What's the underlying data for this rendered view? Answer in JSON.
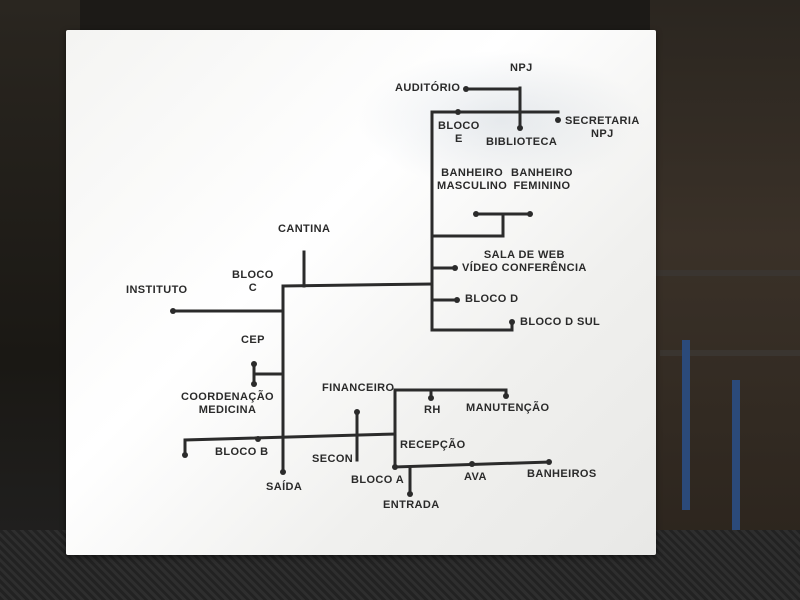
{
  "sign": {
    "colors": {
      "line": "#2b2b2b",
      "panel": "#f6f6f4",
      "text": "#2a2a2a"
    },
    "labels": {
      "npj": "NPJ",
      "auditorio": "AUDITÓRIO",
      "bloco_e": "BLOCO\nE",
      "biblioteca": "BIBLIOTECA",
      "secretaria_npj": "SECRETARIA\nNPJ",
      "banheiro_masculino": "BANHEIRO\nMASCULINO",
      "banheiro_feminino": "BANHEIRO\nFEMININO",
      "cantina": "CANTINA",
      "bloco_c": "BLOCO\nC",
      "instituto": "INSTITUTO",
      "sala_web": "SALA DE WEB\nVÍDEO CONFERÊNCIA",
      "bloco_d": "BLOCO D",
      "bloco_d_sul": "BLOCO D SUL",
      "cep": "CEP",
      "coordenacao_medicina": "COORDENAÇÃO\nMEDICINA",
      "financeiro": "FINANCEIRO",
      "rh": "RH",
      "manutencao": "MANUTENÇÃO",
      "bloco_b": "BLOCO B",
      "recepcao": "RECEPÇÃO",
      "secon": "SECON",
      "saida": "SAÍDA",
      "bloco_a": "BLOCO A",
      "ava": "AVA",
      "banheiros": "BANHEIROS",
      "entrada": "ENTRADA"
    }
  }
}
